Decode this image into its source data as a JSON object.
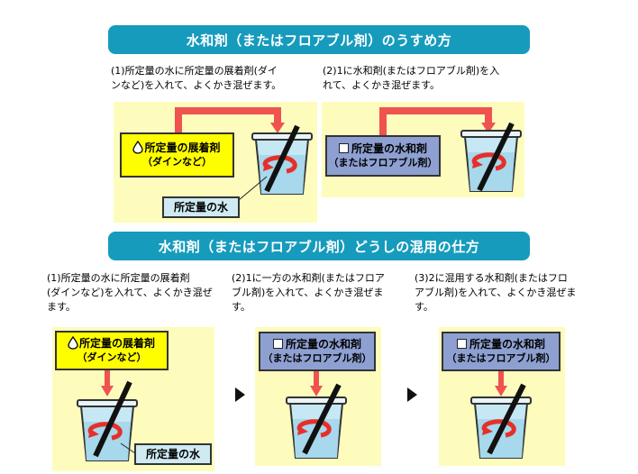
{
  "section1": {
    "title": "水和剤（またはフロアブル剤）のうすめ方",
    "step1_text_a": "(1)所定量の水に所定量の展着剤(ダイ",
    "step1_text_b": "ンなど)を入れて、よくかき混ぜます。",
    "step2_text_a": "(2)1に水和剤(またはフロアブル剤)を入",
    "step2_text_b": "れて、よくかき混ぜます。",
    "spreader_label": "所定量の展着剤",
    "spreader_sub": "（ダインなど）",
    "water_label": "所定量の水",
    "wp_label": "所定量の水和剤",
    "wp_sub": "（またはフロアブル剤）"
  },
  "section2": {
    "title": "水和剤（またはフロアブル剤）どうしの混用の仕方",
    "step1_text_a": "(1)所定量の水に所定量の展着剤",
    "step1_text_b": "(ダインなど)を入れて、よくかき混ぜ",
    "step1_text_c": "ます。",
    "step2_text_a": "(2)1に一方の水和剤(またはフロア",
    "step2_text_b": "ブル剤)を入れて、よくかき混ぜま",
    "step2_text_c": "す。",
    "step3_text_a": "(3)2に混用する水和剤(またはフロ",
    "step3_text_b": "アブル剤)を入れて、よくかき混ぜま",
    "step3_text_c": "す。",
    "spreader_label": "所定量の展着剤",
    "spreader_sub": "（ダインなど）",
    "water_label": "所定量の水",
    "wp_label": "所定量の水和剤",
    "wp_sub": "（またはフロアブル剤）"
  },
  "colors": {
    "banner": "#169bbd",
    "panel": "#fdfcbd",
    "arrow": "#ef5350",
    "spreader_box": "#fffe00",
    "wp_box": "#8ea0d1",
    "water_box": "#cfeaf2"
  },
  "icons": [
    "drop-icon",
    "checkbox-square-icon",
    "bucket-icon",
    "stir-arrow-icon",
    "next-arrow-icon"
  ]
}
